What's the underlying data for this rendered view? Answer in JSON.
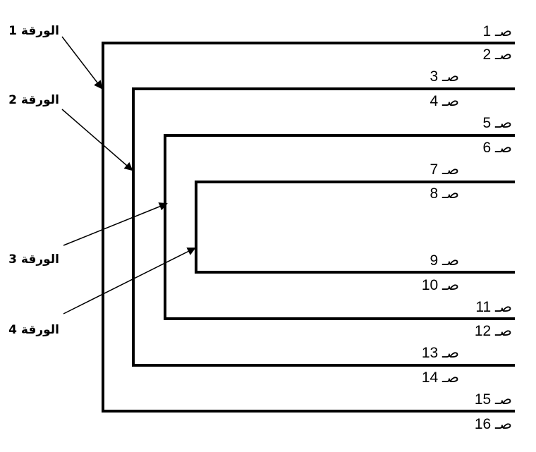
{
  "diagram": {
    "sheet_labels": [
      "الورقة 1",
      "الورقة 2",
      "الورقة 3",
      "الورقة 4"
    ],
    "page_labels": [
      "صـ 1",
      "صـ 2",
      "صـ 3",
      "صـ 4",
      "صـ 5",
      "صـ 6",
      "صـ 7",
      "صـ 8",
      "صـ 9",
      "صـ 10",
      "صـ 11",
      "صـ 12",
      "صـ 13",
      "صـ 14",
      "صـ 15",
      "صـ 16"
    ],
    "line_color": "#000000"
  }
}
